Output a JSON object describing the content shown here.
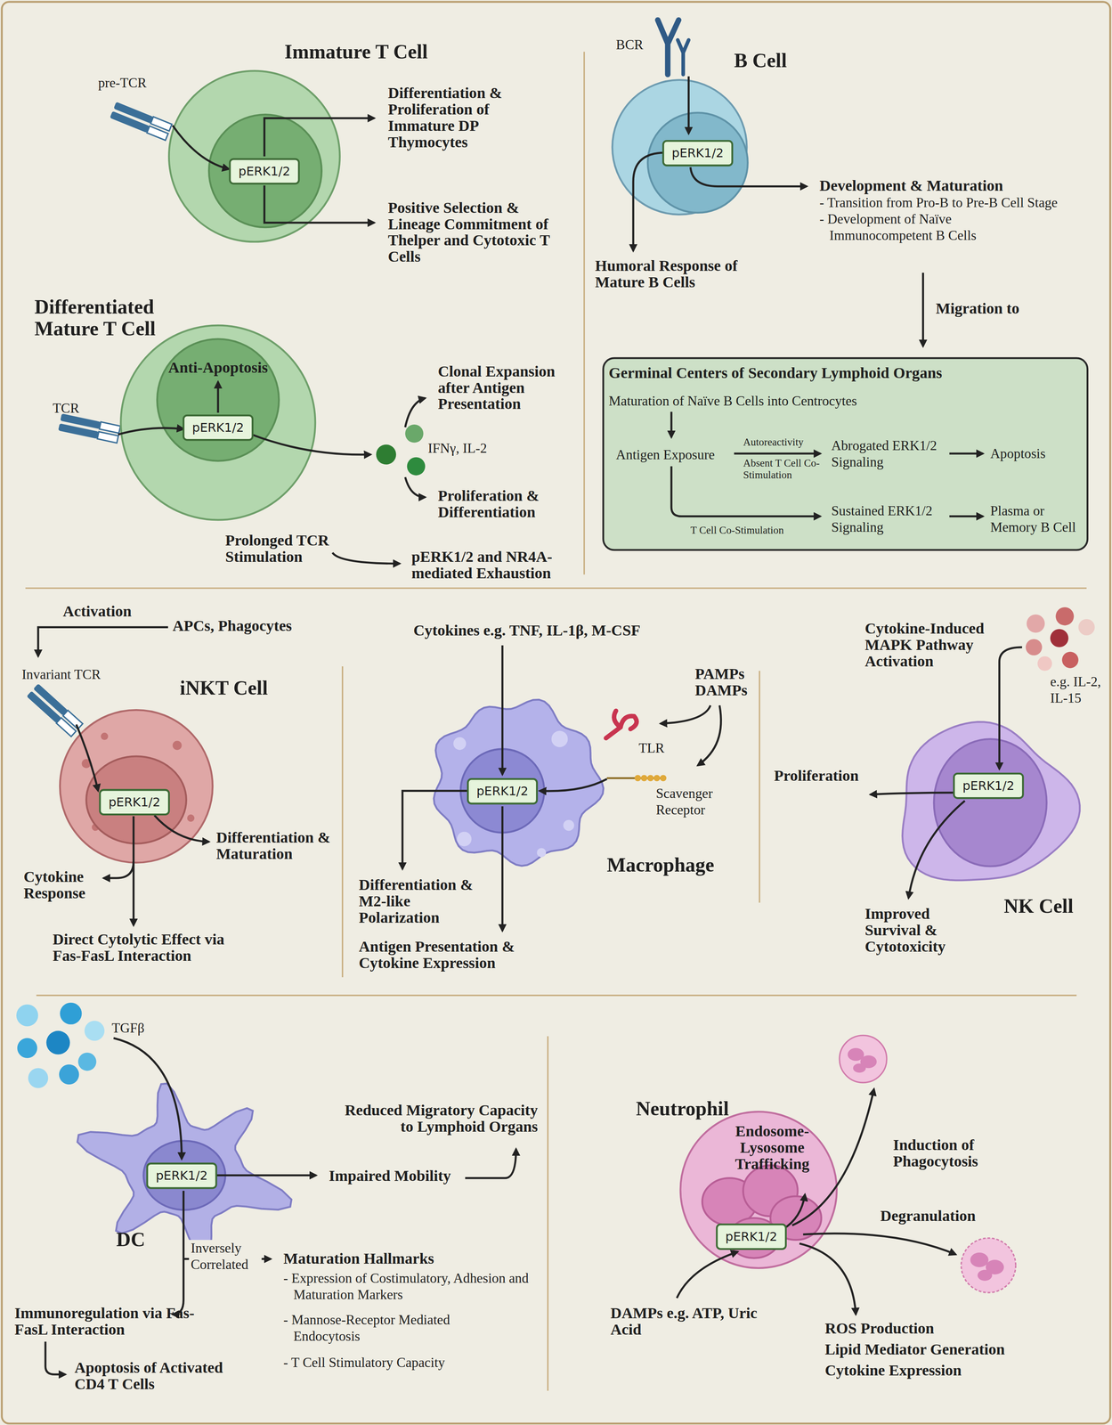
{
  "diagram": {
    "nodes": [
      {
        "text": [
          "Immature T Cell"
        ]
      },
      {
        "text": [
          "pERK1/2"
        ],
        "in": 0
      },
      {
        "text": [
          "Differentiated Mature T Cell"
        ]
      },
      {
        "text": [
          "pERK1/2"
        ],
        "in": 2
      },
      {
        "text": [
          "B Cell"
        ]
      },
      {
        "text": [
          "pERK1/2"
        ],
        "in": 4
      },
      {
        "text": [
          "Germinal Centers of Secondary Lymphoid Organs",
          "Maturation of Naïve B Cells into Centrocytes",
          "Antigen Exposure",
          "Autoreactivity",
          "Absent T Cell Co-Stimulation",
          "Abrogated ERK1/2 Signaling",
          "Apoptosis",
          "T Cell Co-Stimulation",
          "Sustained ERK1/2 Signaling",
          "Plasma or Memory B Cell"
        ]
      },
      {
        "text": [
          "iNKT Cell"
        ]
      },
      {
        "text": [
          "pERK1/2"
        ],
        "in": 7
      },
      {
        "text": [
          "Macrophage"
        ]
      },
      {
        "text": [
          "pERK1/2"
        ],
        "in": 9
      },
      {
        "text": [
          "NK Cell"
        ]
      },
      {
        "text": [
          "pERK1/2"
        ],
        "in": 11
      },
      {
        "text": [
          "DC"
        ]
      },
      {
        "text": [
          "pERK1/2"
        ],
        "in": 13
      },
      {
        "text": [
          "Neutrophil",
          "Endosome-Lysosome Trafficking"
        ]
      },
      {
        "text": [
          "pERK1/2"
        ],
        "in": 15
      }
    ],
    "labels": [
      "pre-TCR",
      "Differentiation & Proliferation of Immature DP Thymocytes",
      "Positive Selection & Lineage Commitment of Thelper and Cytotoxic T Cells",
      "TCR",
      "Anti-Apoptosis",
      "Clonal Expansion after Antigen Presentation",
      "IFNγ, IL-2",
      "Proliferation & Differentiation",
      "Prolonged TCR Stimulation",
      "pERK1/2 and NR4A-mediated Exhaustion",
      "BCR",
      "Humoral Response of Mature B Cells",
      "Development & Maturation",
      "- Transition from Pro-B to Pre-B Cell Stage",
      "- Development of Naïve Immunocompetent B Cells",
      "Migration to",
      "Activation",
      "APCs, Phagocytes",
      "Invariant TCR",
      "Differentiation & Maturation",
      "Cytokine Response",
      "Direct Cytolytic Effect via Fas-FasL Interaction",
      "Cytokines e.g. TNF, IL-1β, M-CSF",
      "PAMPs DAMPs",
      "TLR",
      "Scavenger Receptor",
      "Differentiation & M2-like Polarization",
      "Antigen Presentation & Cytokine Expression",
      "Cytokine-Induced MAPK Pathway Activation",
      "e.g. IL-2, IL-15",
      "Proliferation",
      "Improved Survival & Cytotoxicity",
      "TGFβ",
      "Reduced Migratory Capacity to Lymphoid Organs",
      "Impaired Mobility",
      "Inversely Correlated",
      "Maturation Hallmarks",
      "- Expression of Costimulatory, Adhesion and Maturation Markers",
      "- Mannose-Receptor Mediated Endocytosis",
      "- T Cell Stimulatory Capacity",
      "Immunoregulation via Fas-FasL Interaction",
      "Apoptosis of Activated CD4 T Cells",
      "DAMPs e.g. ATP, Uric Acid",
      "Induction of Phagocytosis",
      "Degranulation",
      "ROS Production",
      "Lipid Mediator Generation",
      "Cytokine Expression"
    ]
  }
}
